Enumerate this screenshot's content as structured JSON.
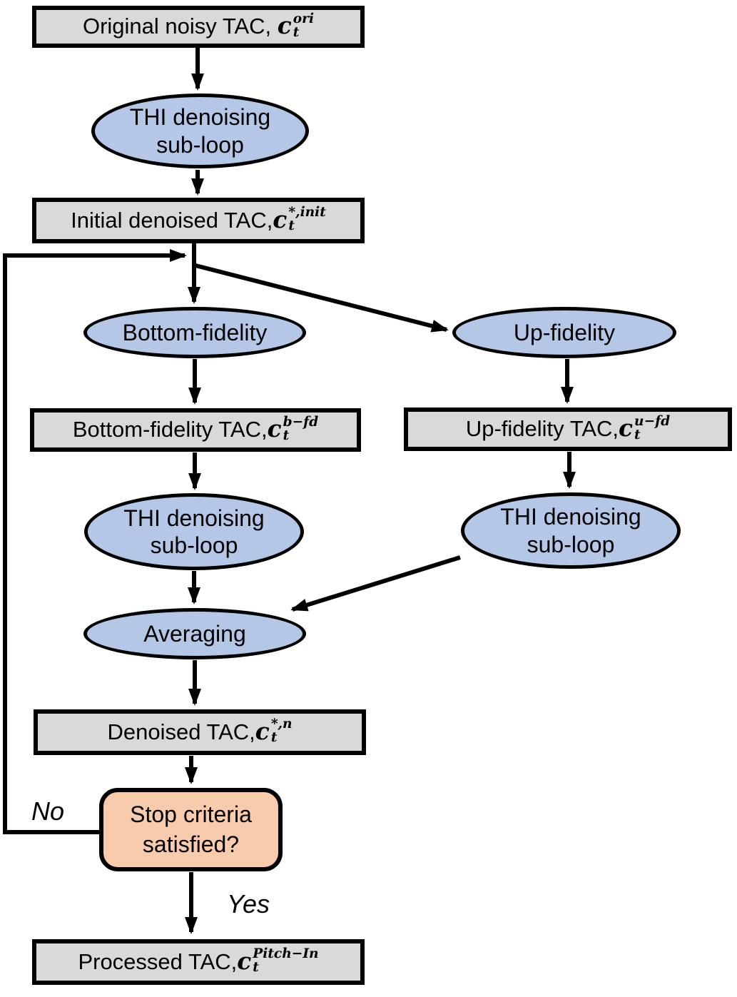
{
  "diagram": {
    "colors": {
      "box-fill": "#d9d9d9",
      "ellipse-fill": "#b4c7e7",
      "decision-fill": "#f8cbad",
      "stroke": "#000000"
    },
    "nodes": {
      "original_tac": {
        "text": "Original noisy TAC, ",
        "var": "c",
        "sub": "t",
        "sup": "ori"
      },
      "thi_top": {
        "line1": "THI denoising",
        "line2": "sub-loop"
      },
      "initial_tac": {
        "text": "Initial denoised TAC,",
        "var": "c",
        "sub": "t",
        "sup": "*,init"
      },
      "bottom_fidelity": {
        "label": "Bottom-fidelity"
      },
      "up_fidelity": {
        "label": "Up-fidelity"
      },
      "bottom_tac": {
        "text": "Bottom-fidelity TAC,",
        "var": "c",
        "sub": "t",
        "sup": "b−fd"
      },
      "up_tac": {
        "text": "Up-fidelity TAC,",
        "var": "c",
        "sub": "t",
        "sup": "u−fd"
      },
      "thi_left": {
        "line1": "THI denoising",
        "line2": "sub-loop"
      },
      "thi_right": {
        "line1": "THI denoising",
        "line2": "sub-loop"
      },
      "averaging": {
        "label": "Averaging"
      },
      "denoised_tac": {
        "text": "Denoised TAC,",
        "var": "c",
        "sub": "t",
        "sup": "*,n"
      },
      "stop_criteria": {
        "line1": "Stop criteria",
        "line2": "satisfied?"
      },
      "processed_tac": {
        "text": "Processed TAC,",
        "var": "c",
        "sub": "t",
        "sup": "Pitch−In"
      }
    },
    "edge_labels": {
      "no": "No",
      "yes": "Yes"
    }
  }
}
